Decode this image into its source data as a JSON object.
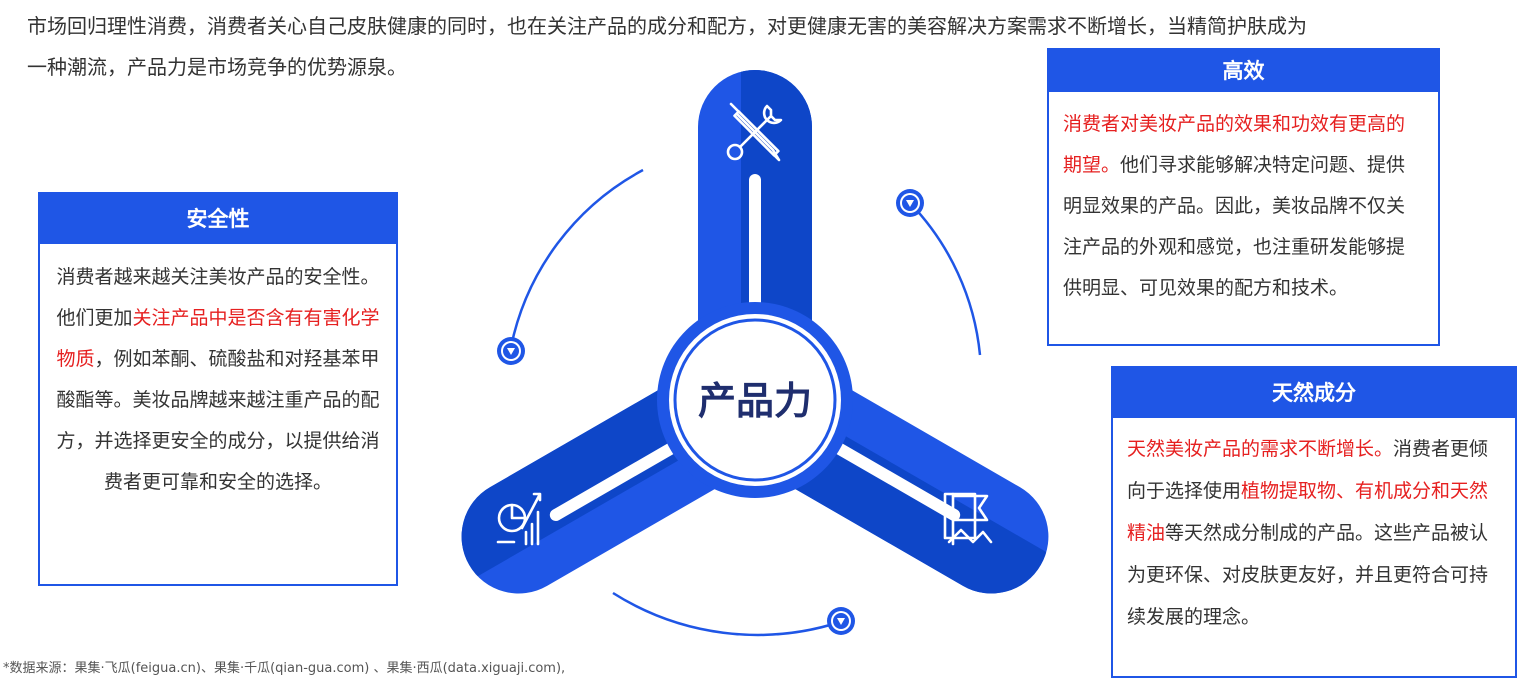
{
  "intro": {
    "line1": "市场回归理性消费，消费者关心自己皮肤健康的同时，也在关注产品的成分和配方，对更健康无害的美容解决方案需求不断增长，当精简护肤成为",
    "line2": "一种潮流，产品力是市场竞争的优势源泉。"
  },
  "center": {
    "label": "产品力"
  },
  "cards": {
    "safety": {
      "title": "安全性",
      "text_pre": "消费者越来越关注美妆产品的安全性。他们更加",
      "text_red": "关注产品中是否含有有害化学物质",
      "text_post": "，例如苯酮、硫酸盐和对羟基苯甲酸酯等。美妆品牌越来越注重产品的配方，并选择更安全的成分，以提供给消费者更可靠和安全的选择。"
    },
    "efficacy": {
      "title": "高效",
      "text_red": "消费者对美妆产品的效果和功效有更高的期望。",
      "text_post": "他们寻求能够解决特定问题、提供明显效果的产品。因此，美妆品牌不仅关注产品的外观和感觉，也注重研发能够提供明显、可见效果的配方和技术。"
    },
    "natural": {
      "title": "天然成分",
      "text_red1": "天然美妆产品的需求不断增长。",
      "text_mid": "消费者更倾向于选择使用",
      "text_red2": "植物提取物、有机成分和天然精油",
      "text_post": "等天然成分制成的产品。这些产品被认为更环保、对皮肤更友好，并且更符合可持续发展的理念。"
    }
  },
  "icons": {
    "top": "tools-icon",
    "left": "growth-chart-icon",
    "right": "flag-icon"
  },
  "source": "*数据来源：果集·飞瓜(feigua.cn)、果集·千瓜(qian-gua.com) 、果集·西瓜(data.xiguaji.com),",
  "colors": {
    "accent": "#1f56e6",
    "highlight": "#e62020",
    "center_text": "#1f2e6e"
  }
}
